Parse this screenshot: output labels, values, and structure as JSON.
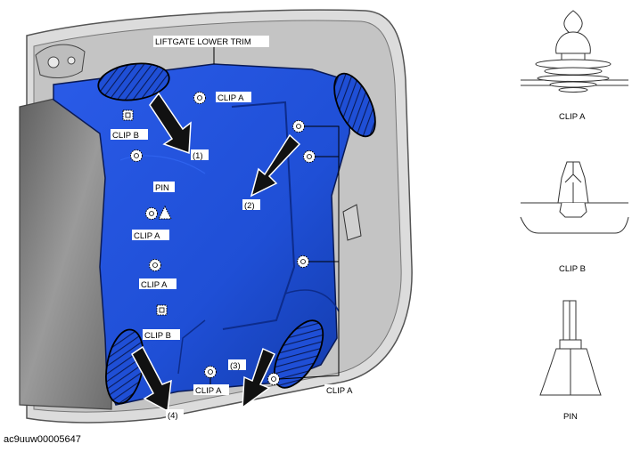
{
  "main_diagram": {
    "title_label": "LIFTGATE LOWER TRIM",
    "clip_a": "CLIP A",
    "clip_b": "CLIP B",
    "pin": "PIN",
    "steps": [
      "(1)",
      "(2)",
      "(3)",
      "(4)"
    ]
  },
  "detail_views": [
    {
      "label": "CLIP A"
    },
    {
      "label": "CLIP B"
    },
    {
      "label": "PIN"
    }
  ],
  "figure_id": "ac9uuw00005647",
  "colors": {
    "trim_blue": "#1f4fd6",
    "trim_dark": "#0d2c8c",
    "panel_gray": "#8c8c8c",
    "frame_light": "#d8d8d8"
  }
}
